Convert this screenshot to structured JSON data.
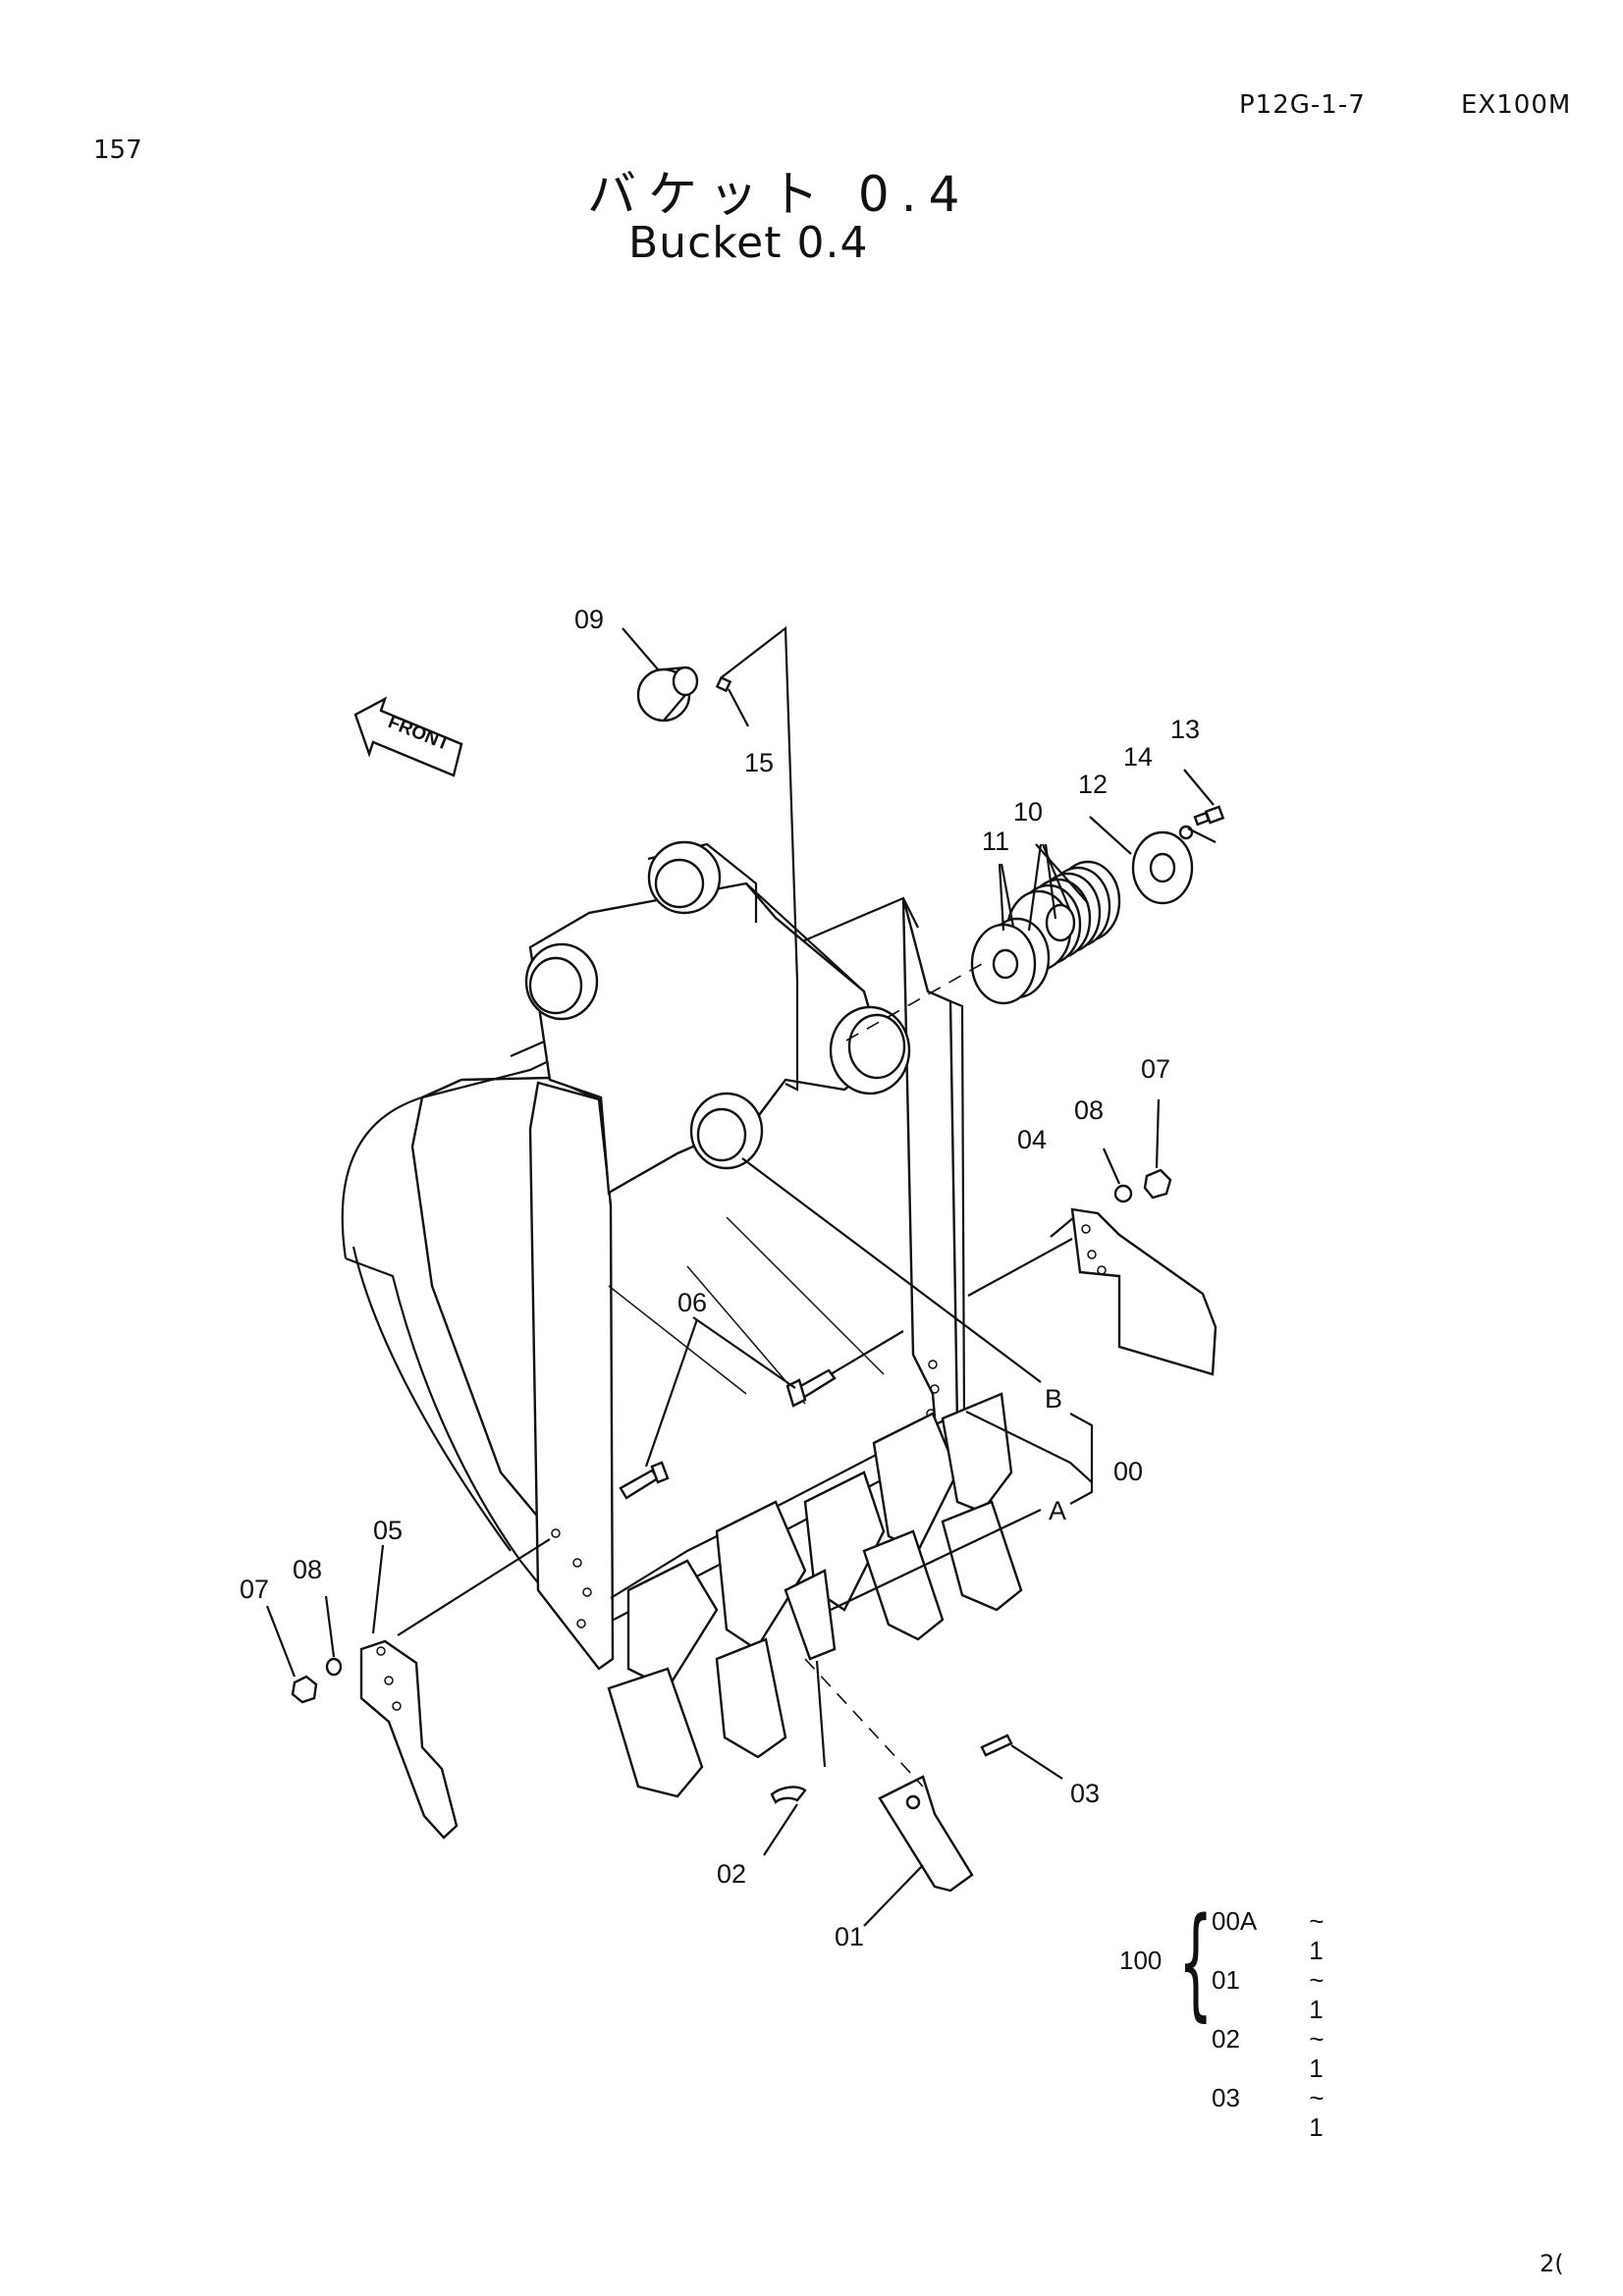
{
  "header": {
    "page_number": "157",
    "doc_code": "P12G-1-7",
    "model": "EX100M",
    "title_jp": "バケット 0.4",
    "title_en": "Bucket 0.4"
  },
  "footer": {
    "page_ref": "2("
  },
  "direction": {
    "label": "FRONT",
    "icon": "front-arrow-icon"
  },
  "diagram": {
    "callouts": [
      "09",
      "15",
      "13",
      "14",
      "12",
      "10",
      "11",
      "07",
      "08",
      "04",
      "06",
      "B",
      "00",
      "A",
      "05",
      "07",
      "08",
      "03",
      "02",
      "01"
    ]
  },
  "parts_set": {
    "set_number": "100",
    "items": [
      {
        "part": "00A",
        "qty": "~ 1"
      },
      {
        "part": "01",
        "qty": "~ 1"
      },
      {
        "part": "02",
        "qty": "~ 1"
      },
      {
        "part": "03",
        "qty": "~ 1"
      }
    ]
  }
}
